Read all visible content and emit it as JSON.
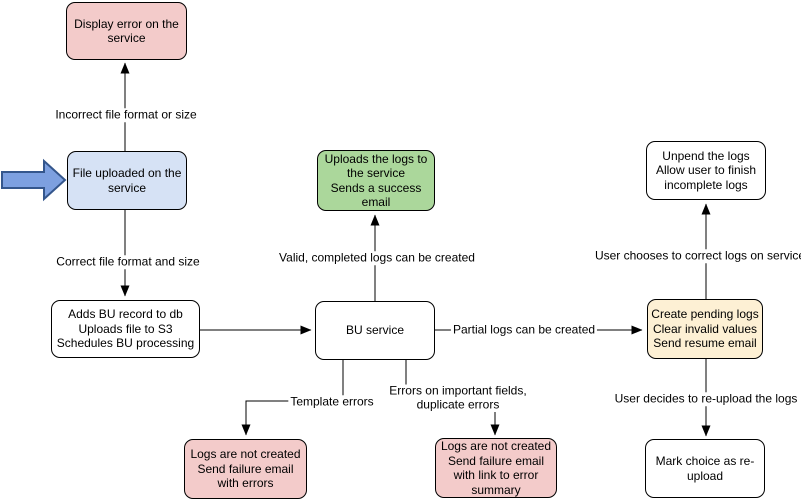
{
  "nodes": {
    "display_error": "Display error on the\nservice",
    "file_uploaded": "File uploaded on the\nservice",
    "adds_bu_record": "Adds BU record to db\nUploads file to S3\nSchedules BU processing",
    "bu_service": "BU service",
    "uploads_logs": "Uploads the logs to\nthe service\nSends a success\nemail",
    "logs_not_created_errors": "Logs are not created\nSend failure email\nwith errors",
    "logs_not_created_summary": "Logs are not created\nSend failure email\nwith link to error\nsummary",
    "unpend_logs": "Unpend the logs\nAllow user to finish\nincomplete logs",
    "create_pending_logs": "Create pending logs\nClear invalid values\nSend resume email",
    "mark_reupload": "Mark choice as re-\nupload"
  },
  "edge_labels": {
    "incorrect_file": "Incorrect file format or size",
    "correct_file": "Correct file format and size",
    "valid_logs": "Valid, completed logs can be created",
    "partial_logs": "Partial logs can be created",
    "template_errors": "Template errors",
    "important_field_errors": "Errors on important fields,\nduplicate errors",
    "user_corrects": "User chooses to correct logs on service",
    "user_reuploads": "User decides to re-upload the logs"
  },
  "colors": {
    "node_pink": "#f3cbca",
    "node_blue": "#d6e2f5",
    "node_green": "#abd79b",
    "node_yellow": "#fdf0d4",
    "node_white": "#ffffff",
    "entry_arrow_fill": "#7da0e0",
    "entry_arrow_stroke": "#34568c",
    "connector": "#000000"
  }
}
